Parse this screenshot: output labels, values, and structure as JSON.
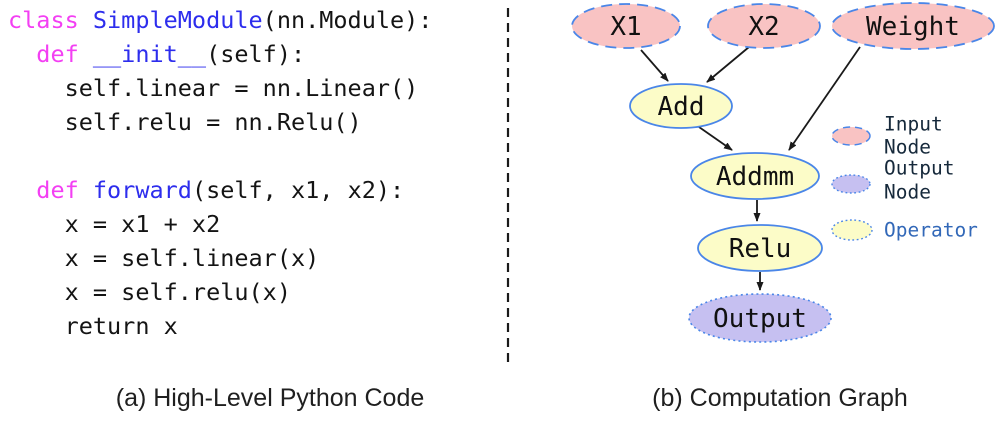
{
  "theme": {
    "background": "#ffffff",
    "input_fill": "#f9c3c3",
    "operator_fill": "#fcfcc8",
    "output_fill": "#c6c0f1",
    "node_stroke": "#4a86e8",
    "arrow_color": "#1a1a1a",
    "keyword_color": "#f33ff3",
    "identifier_color": "#2d2ded",
    "code_color": "#141414",
    "legend_text_color": "#16293b",
    "operator_label_color": "#3268b8",
    "caption_color": "#1f1f1f"
  },
  "panels": {
    "code": {
      "caption": "(a) High-Level Python Code",
      "lines": [
        [
          {
            "t": "class ",
            "c": "kw"
          },
          {
            "t": "SimpleModule",
            "c": "id"
          },
          {
            "t": "(nn.Module):",
            "c": "pl"
          }
        ],
        [
          {
            "t": "  def ",
            "c": "kw"
          },
          {
            "t": "__init__",
            "c": "id"
          },
          {
            "t": "(self):",
            "c": "pl"
          }
        ],
        [
          {
            "t": "    self.linear = nn.Linear()",
            "c": "pl"
          }
        ],
        [
          {
            "t": "    self.relu = nn.Relu()",
            "c": "pl"
          }
        ],
        [],
        [
          {
            "t": "  def ",
            "c": "kw"
          },
          {
            "t": "forward",
            "c": "id"
          },
          {
            "t": "(self, x1, x2):",
            "c": "pl"
          }
        ],
        [
          {
            "t": "    x = x1 + x2",
            "c": "pl"
          }
        ],
        [
          {
            "t": "    x = self.linear(x)",
            "c": "pl"
          }
        ],
        [
          {
            "t": "    x = self.relu(x)",
            "c": "pl"
          }
        ],
        [
          {
            "t": "    return x",
            "c": "pl"
          }
        ]
      ]
    },
    "graph": {
      "caption": "(b) Computation Graph",
      "nodes": [
        {
          "label": "X1",
          "type": "input"
        },
        {
          "label": "X2",
          "type": "input"
        },
        {
          "label": "Weight",
          "type": "input"
        },
        {
          "label": "Add",
          "type": "operator"
        },
        {
          "label": "Addmm",
          "type": "operator"
        },
        {
          "label": "Relu",
          "type": "operator"
        },
        {
          "label": "Output",
          "type": "output"
        }
      ],
      "edges": [
        {
          "from": "X1",
          "to": "Add"
        },
        {
          "from": "X2",
          "to": "Add"
        },
        {
          "from": "Weight",
          "to": "Addmm"
        },
        {
          "from": "Add",
          "to": "Addmm"
        },
        {
          "from": "Addmm",
          "to": "Relu"
        },
        {
          "from": "Relu",
          "to": "Output"
        }
      ],
      "legend": {
        "items": [
          {
            "swatch": "input",
            "label_lines": [
              "Input",
              "Node"
            ]
          },
          {
            "swatch": "output",
            "label_lines": [
              "Output",
              "Node"
            ]
          },
          {
            "swatch": "operator",
            "label_lines": [
              "Operator"
            ]
          }
        ]
      }
    }
  }
}
